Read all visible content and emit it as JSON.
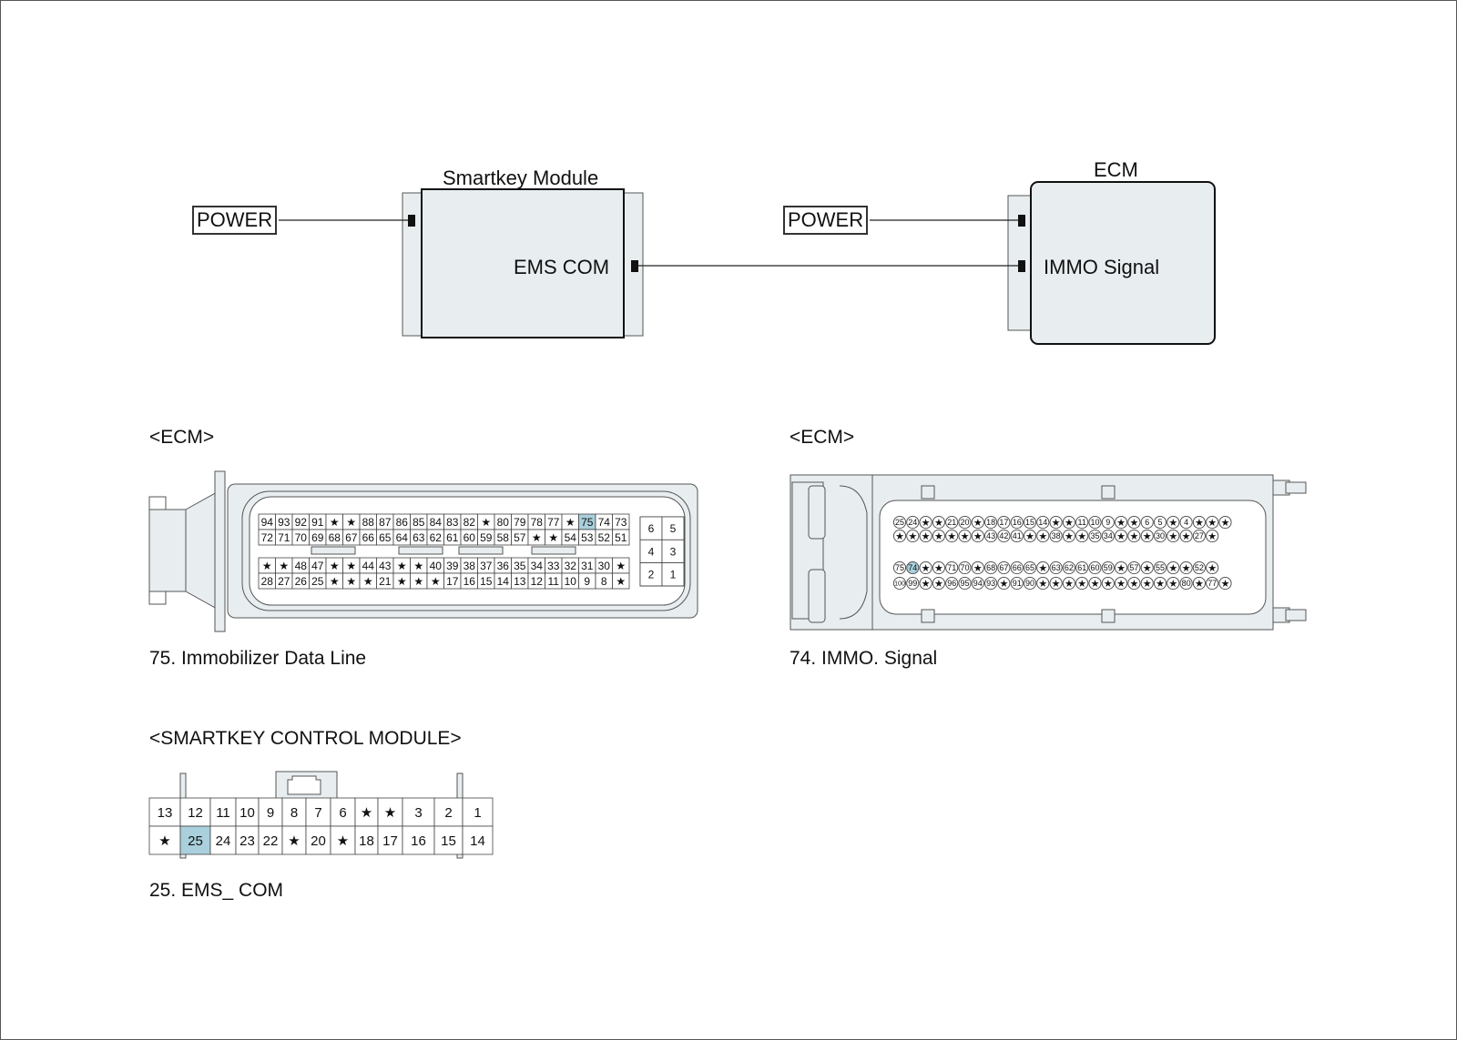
{
  "block_diagram": {
    "smartkey_module": {
      "title": "Smartkey Module",
      "pin_label": "EMS COM"
    },
    "ecm": {
      "title": "ECM",
      "pin_label": "IMMO Signal"
    },
    "power_left": "POWER",
    "power_right": "POWER"
  },
  "ecm_connector_left": {
    "heading": "<ECM>",
    "caption": "75. Immobilizer Data Line",
    "highlight": "75",
    "rows": [
      [
        "94",
        "93",
        "92",
        "91",
        "★",
        "★",
        "88",
        "87",
        "86",
        "85",
        "84",
        "83",
        "82",
        "★",
        "80",
        "79",
        "78",
        "77",
        "★",
        "75",
        "74",
        "73"
      ],
      [
        "72",
        "71",
        "70",
        "69",
        "68",
        "67",
        "66",
        "65",
        "64",
        "63",
        "62",
        "61",
        "60",
        "59",
        "58",
        "57",
        "★",
        "★",
        "54",
        "53",
        "52",
        "51"
      ],
      [
        "★",
        "★",
        "48",
        "47",
        "★",
        "★",
        "44",
        "43",
        "★",
        "★",
        "40",
        "39",
        "38",
        "37",
        "36",
        "35",
        "34",
        "33",
        "32",
        "31",
        "30",
        "★"
      ],
      [
        "28",
        "27",
        "26",
        "25",
        "★",
        "★",
        "★",
        "21",
        "★",
        "★",
        "★",
        "17",
        "16",
        "15",
        "14",
        "13",
        "12",
        "11",
        "10",
        "9",
        "8",
        "★"
      ]
    ],
    "small_block": [
      [
        "6",
        "5"
      ],
      [
        "4",
        "3"
      ],
      [
        "2",
        "1"
      ]
    ]
  },
  "ecm_connector_right": {
    "heading": "<ECM>",
    "caption": "74. IMMO. Signal",
    "highlight": "74",
    "rows": [
      [
        "25",
        "24",
        "★",
        "★",
        "21",
        "20",
        "★",
        "18",
        "17",
        "16",
        "15",
        "14",
        "★",
        "★",
        "11",
        "10",
        "9",
        "★",
        "★",
        "6",
        "5",
        "★",
        "4",
        "★",
        "★",
        "★"
      ],
      [
        "★",
        "★",
        "★",
        "★",
        "★",
        "★",
        "★",
        "43",
        "42",
        "41",
        "★",
        "★",
        "38",
        "★",
        "★",
        "35",
        "34",
        "★",
        "★",
        "★",
        "30",
        "★",
        "★",
        "27",
        "★"
      ],
      [
        "75",
        "74",
        "★",
        "★",
        "71",
        "70",
        "★",
        "68",
        "67",
        "66",
        "65",
        "★",
        "63",
        "62",
        "61",
        "60",
        "59",
        "★",
        "57",
        "★",
        "55",
        "★",
        "★",
        "52",
        "★"
      ],
      [
        "100",
        "99",
        "★",
        "★",
        "96",
        "95",
        "94",
        "93",
        "★",
        "91",
        "90",
        "★",
        "★",
        "★",
        "★",
        "★",
        "★",
        "★",
        "★",
        "★",
        "★",
        "★",
        "80",
        "★",
        "77",
        "★"
      ]
    ]
  },
  "smartkey_connector": {
    "heading": "<SMARTKEY CONTROL MODULE>",
    "caption": "25. EMS_ COM",
    "highlight": "25",
    "rows": [
      [
        "13",
        "12",
        "11",
        "10",
        "9",
        "8",
        "7",
        "6",
        "★",
        "★",
        "3",
        "2",
        "1"
      ],
      [
        "★",
        "25",
        "24",
        "23",
        "22",
        "★",
        "20",
        "★",
        "18",
        "17",
        "16",
        "15",
        "14"
      ]
    ]
  },
  "colors": {
    "box_fill": "#e8eef0",
    "highlight": "#a9d0dc",
    "line": "#222222"
  }
}
